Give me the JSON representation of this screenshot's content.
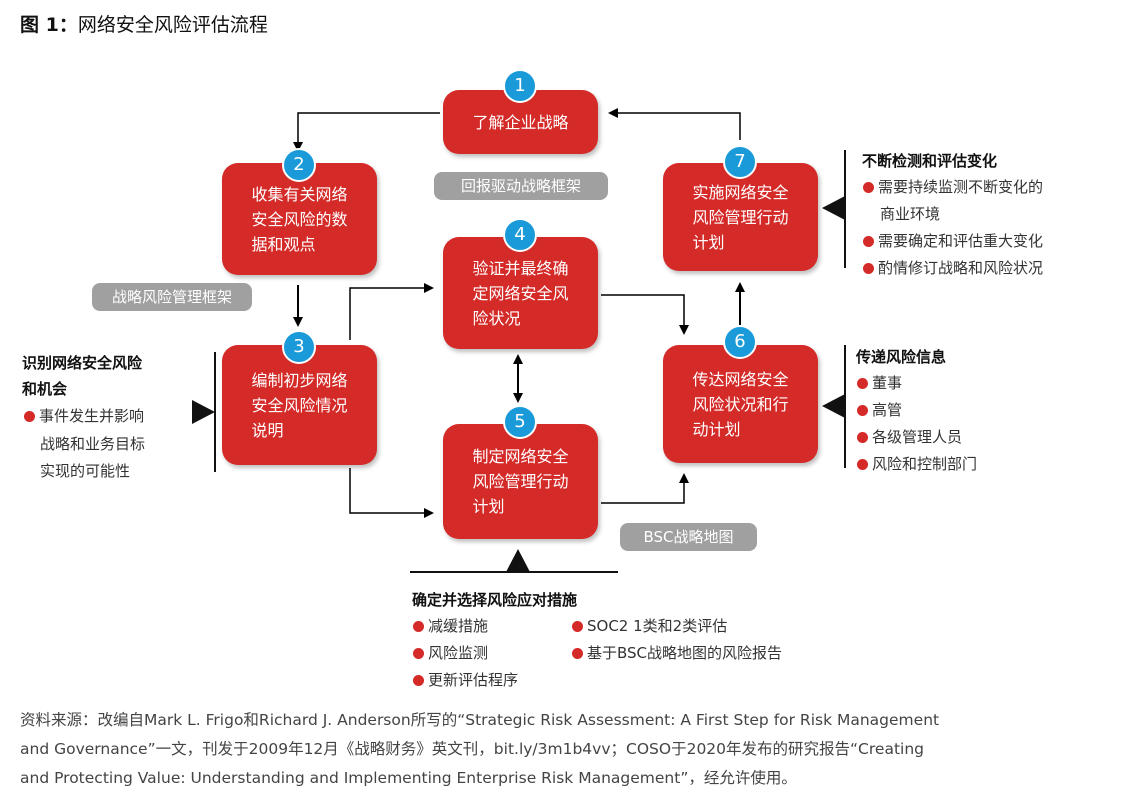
{
  "title": {
    "prefix": "图 1：",
    "text": "网络安全风险评估流程"
  },
  "steps": [
    {
      "num": "1",
      "lines": [
        "了解企业战略"
      ]
    },
    {
      "num": "2",
      "lines": [
        "收集有关网络",
        "安全风险的数",
        "据和观点"
      ]
    },
    {
      "num": "3",
      "lines": [
        "编制初步网络",
        "安全风险情况",
        "说明"
      ]
    },
    {
      "num": "4",
      "lines": [
        "验证并最终确",
        "定网络安全风",
        "险状况"
      ]
    },
    {
      "num": "5",
      "lines": [
        "制定网络安全",
        "风险管理行动",
        "计划"
      ]
    },
    {
      "num": "6",
      "lines": [
        "传达网络安全",
        "风险状况和行",
        "动计划"
      ]
    },
    {
      "num": "7",
      "lines": [
        "实施网络安全",
        "风险管理行动",
        "计划"
      ]
    }
  ],
  "frameworks": {
    "feedback": "回报驱动战略框架",
    "erm": "战略风险管理框架",
    "bsc": "BSC战略地图"
  },
  "left_panel": {
    "title": [
      "识别网络安全风险",
      "和机会"
    ],
    "bullet": "事件发生并影响",
    "cont": [
      "战略和业务目标",
      "实现的可能性"
    ]
  },
  "top_right_panel": {
    "title": "不断检测和评估变化",
    "b1": "需要持续监测不断变化的",
    "b1_cont": "商业环境",
    "b2": "需要确定和评估重大变化",
    "b3": "酌情修订战略和风险状况"
  },
  "right_panel": {
    "title": "传递风险信息",
    "items": [
      "董事",
      "高管",
      "各级管理人员",
      "风险和控制部门"
    ]
  },
  "bottom_panel": {
    "title": "确定并选择风险应对措施",
    "col1": [
      "减缓措施",
      "风险监测",
      "更新评估程序"
    ],
    "col2": [
      "SOC2 1类和2类评估",
      "基于BSC战略地图的风险报告"
    ]
  },
  "source": {
    "line1": "资料来源：改编自Mark L. Frigo和Richard J. Anderson所写的“Strategic Risk Assessment: A First Step for Risk Management",
    "line2": "and Governance”一文，刊发于2009年12月《战略财务》英文刊，bit.ly/3m1b4vv；COSO于2020年发布的研究报告“Creating",
    "line3": "and Protecting Value: Understanding and Implementing Enterprise Risk Management”，经允许使用。"
  },
  "colors": {
    "box": "#d42a28",
    "badge": "#1a9ad8",
    "pill": "#a0a0a0",
    "bullet": "#d42a28"
  }
}
